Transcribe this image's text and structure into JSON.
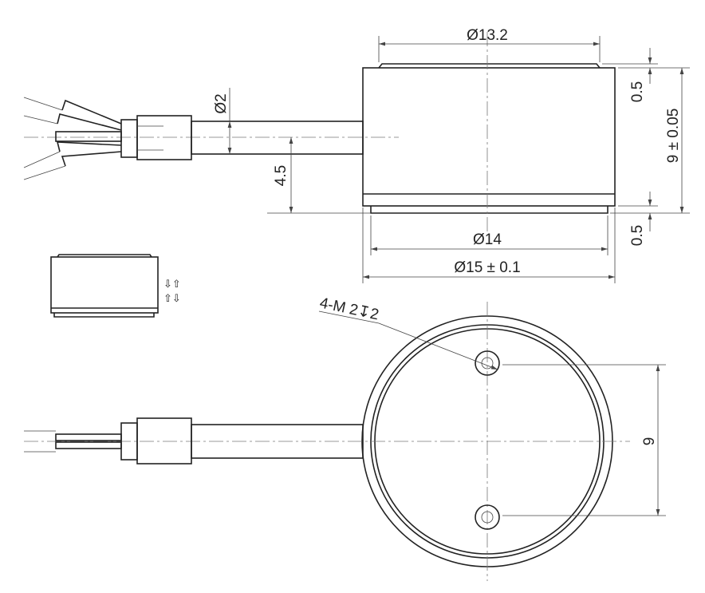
{
  "title": "Load cell dimension drawing",
  "dimensions": {
    "top_diameter": "Ø13.2",
    "top_lip_height": "0.5",
    "total_height": "9 ± 0.05",
    "cable_diameter": "Ø2",
    "cable_height": "4.5",
    "base_diameter": "Ø14",
    "base_lip_height": "0.5",
    "body_diameter": "Ø15 ± 0.1",
    "thread_callout": "4-M 2↧2",
    "hole_spacing": "9"
  },
  "icons": {
    "load_direction": "⇩⇧ ⇧⇩"
  }
}
